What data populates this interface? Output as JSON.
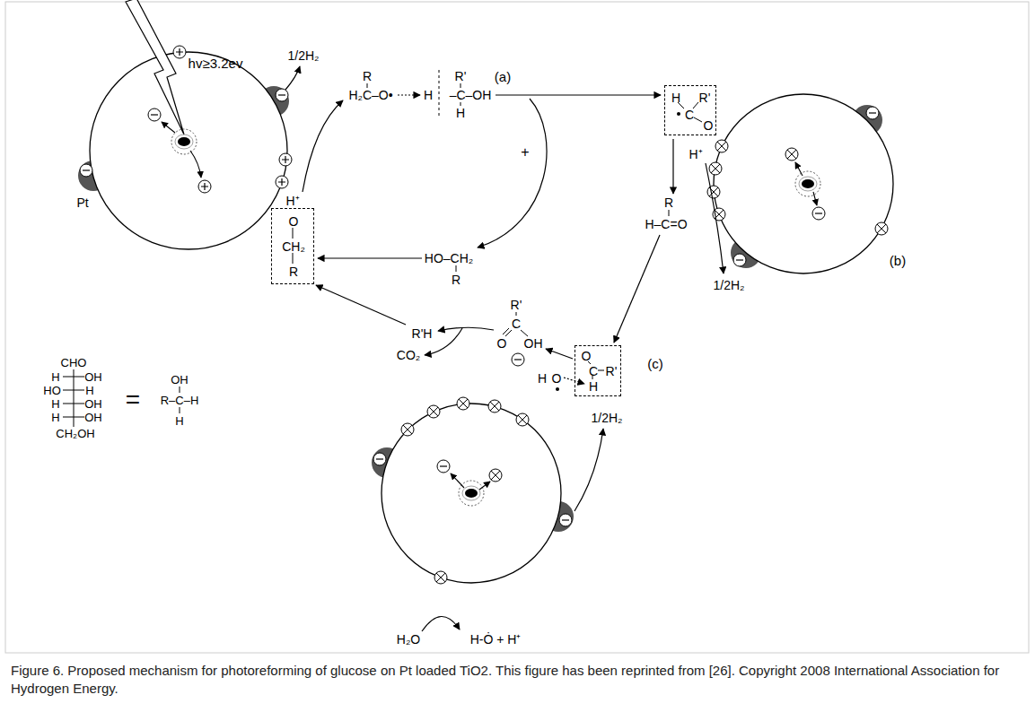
{
  "diagram": {
    "caption": "Figure 6. Proposed mechanism for photoreforming of glucose on Pt loaded TiO2. This figure has been reprinted from [26]. Copyright 2008 International Association for Hydrogen Energy.",
    "nodes": [
      {
        "text": [
          "O",
          "CH₂",
          "R"
        ]
      },
      {
        "text": [
          "H",
          "R'",
          "C",
          "O"
        ]
      },
      {
        "text": [
          "O",
          "C",
          "R'",
          "H"
        ]
      }
    ],
    "labels": [
      "hv≥3.2ev",
      "1/2H₂",
      "(a)",
      "H⁺",
      "R",
      "H₂C–O•",
      "R'",
      "H",
      "–C–OH",
      "H",
      "+",
      "HO–CH₂",
      "R",
      "Pt",
      "H⁺",
      "1/2H₂",
      "(b)",
      "R",
      "H–C=O",
      "R'",
      "C",
      "O",
      "OH",
      "R'H",
      "CO₂",
      "H",
      "O",
      "1/2H₂",
      "(c)",
      "H₂O",
      "H-Ȯ + H⁺",
      "CHO",
      "H",
      "OH",
      "HO",
      "H",
      "H",
      "OH",
      "H",
      "OH",
      "CH₂OH",
      "=",
      "OH",
      "R–C–H",
      "H"
    ]
  }
}
